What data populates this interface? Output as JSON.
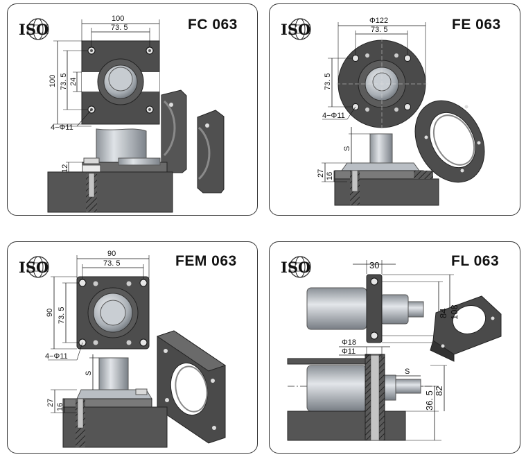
{
  "colors": {
    "dark_metal": "#4a4a4a",
    "mid_metal": "#6d6d6d",
    "light_metal": "#b9bec4",
    "hatch": "#2c2c2c",
    "border": "#333333"
  },
  "iso_label": "ISO",
  "panels": {
    "fc": {
      "title": "FC 063",
      "dims": {
        "width": "100",
        "pitch_h": "73. 5",
        "height": "100",
        "pitch_v": "73. 5",
        "gap": "24",
        "holes": "4−Φ11",
        "thickness": "12"
      }
    },
    "fe": {
      "title": "FE 063",
      "dims": {
        "diameter": "Φ122",
        "pitch_h": "73. 5",
        "pitch_v": "73. 5",
        "holes": "4−Φ11",
        "stroke": "S",
        "height": "27",
        "thickness": "16"
      }
    },
    "fem": {
      "title": "FEM 063",
      "dims": {
        "width": "90",
        "pitch_h": "73. 5",
        "height": "90",
        "pitch_v": "73. 5",
        "holes": "4−Φ11",
        "stroke": "S",
        "height2": "27",
        "thickness": "16"
      }
    },
    "fl": {
      "title": "FL 063",
      "dims": {
        "width": "30",
        "h84": "84",
        "h108": "108",
        "d18": "Φ18",
        "d11": "Φ11",
        "stroke": "S",
        "h36": "36. 5",
        "h82": "82"
      }
    }
  }
}
